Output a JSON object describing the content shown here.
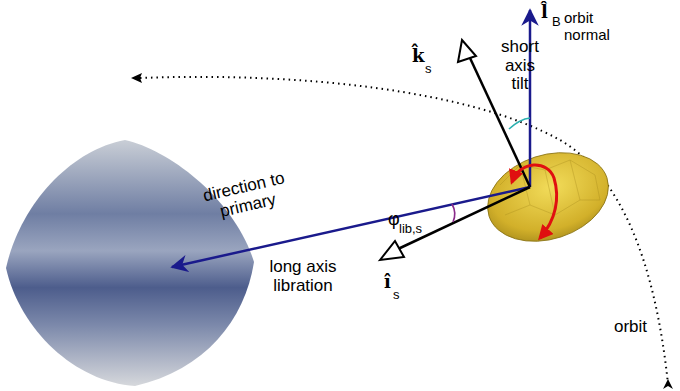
{
  "diagram": {
    "labels": [
      "l̂",
      "B",
      "orbit normal",
      "k̂",
      "s",
      "short axis tilt",
      "direction to primary",
      "φ",
      "lib,s",
      "long axis libration",
      "î",
      "s",
      "orbit"
    ]
  }
}
